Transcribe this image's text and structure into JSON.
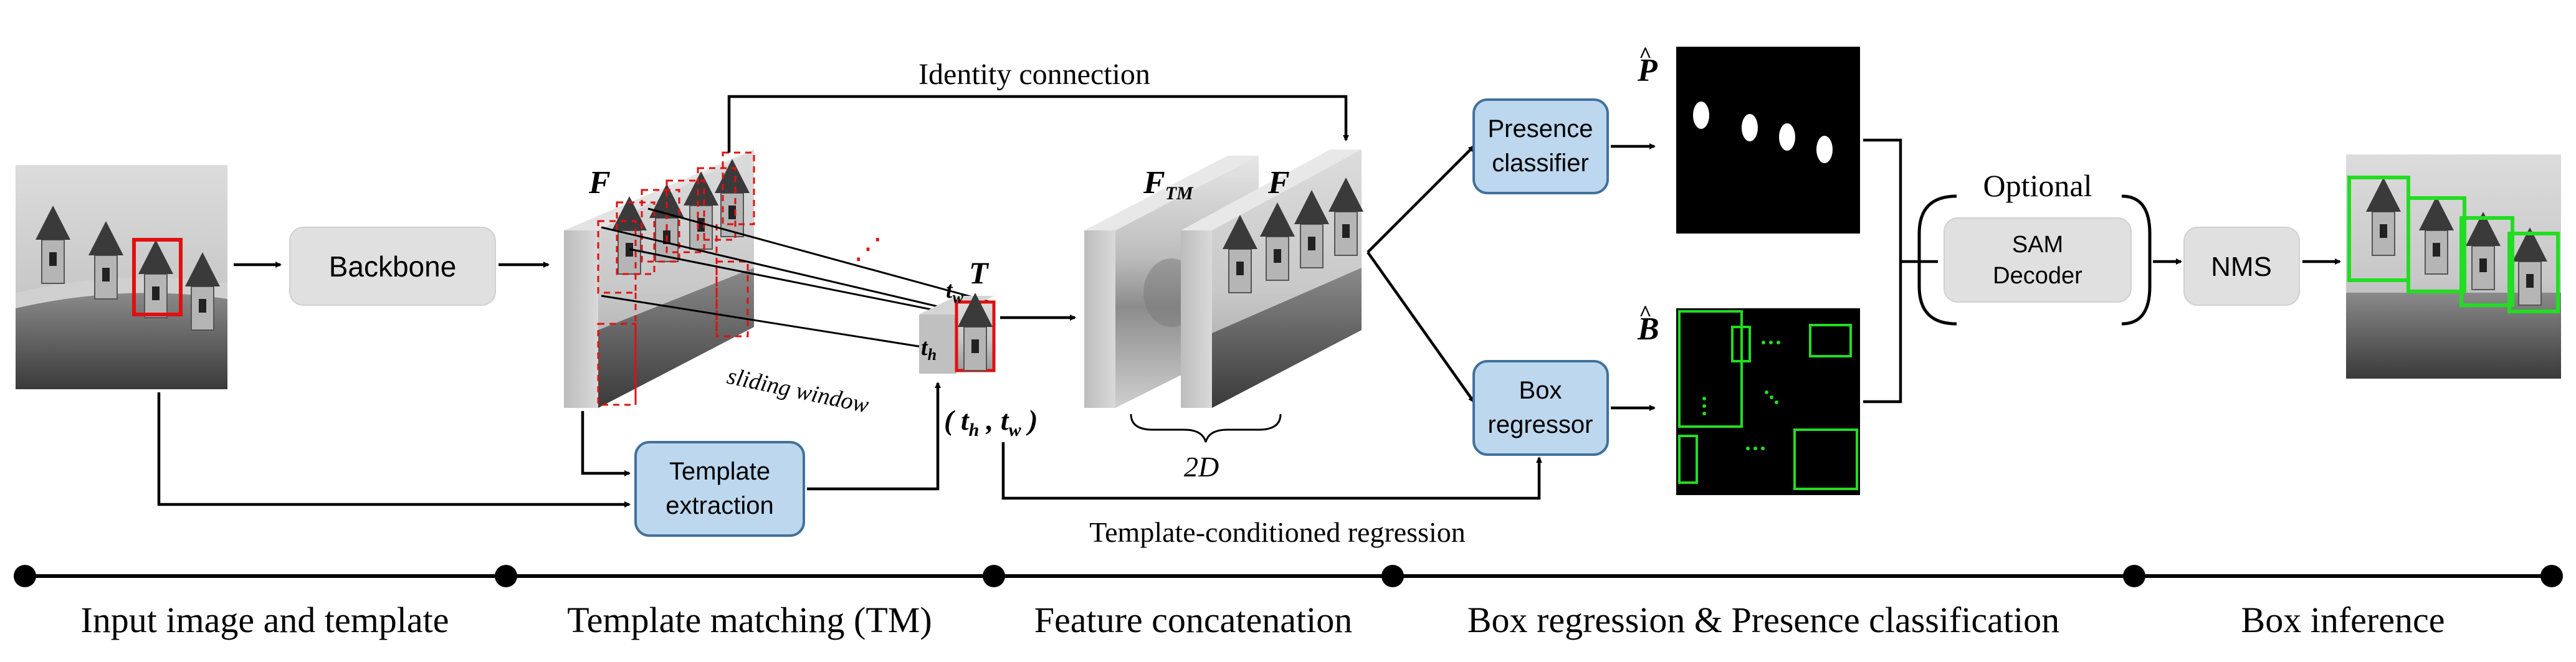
{
  "boxes": {
    "backbone": "Backbone",
    "template_extraction": [
      "Template",
      "extraction"
    ],
    "presence_classifier": [
      "Presence",
      "classifier"
    ],
    "box_regressor": [
      "Box",
      "regressor"
    ],
    "sam_decoder": [
      "SAM",
      "Decoder"
    ],
    "nms": "NMS"
  },
  "labels": {
    "identity_connection": "Identity connection",
    "template_conditioned_regression": "Template-conditioned regression",
    "sliding_window": "sliding window",
    "dots": "⋰",
    "optional": "Optional",
    "concat_dim": "2D",
    "feature_F": "F",
    "feature_F_tm_base": "F",
    "feature_F_tm_sub": "TM",
    "template_T": "T",
    "t_w": "t",
    "t_w_sub": "w",
    "t_h": "t",
    "t_h_sub": "h",
    "tuple_open": "( t",
    "tuple_sub_h": "h",
    "tuple_comma": " , t",
    "tuple_sub_w": "w",
    "tuple_close": " )",
    "p_hat": "P",
    "b_hat": "B",
    "hat": "^"
  },
  "stages": [
    "Input image and template",
    "Template matching (TM)",
    "Feature concatenation",
    "Box regression & Presence classification",
    "Box inference"
  ],
  "colors": {
    "box_fill": "#bdd7ee",
    "box_stroke": "#41719c",
    "gray_box": "#e0e0e0",
    "template_red": "#e01010",
    "detection_green": "#22dd22"
  }
}
